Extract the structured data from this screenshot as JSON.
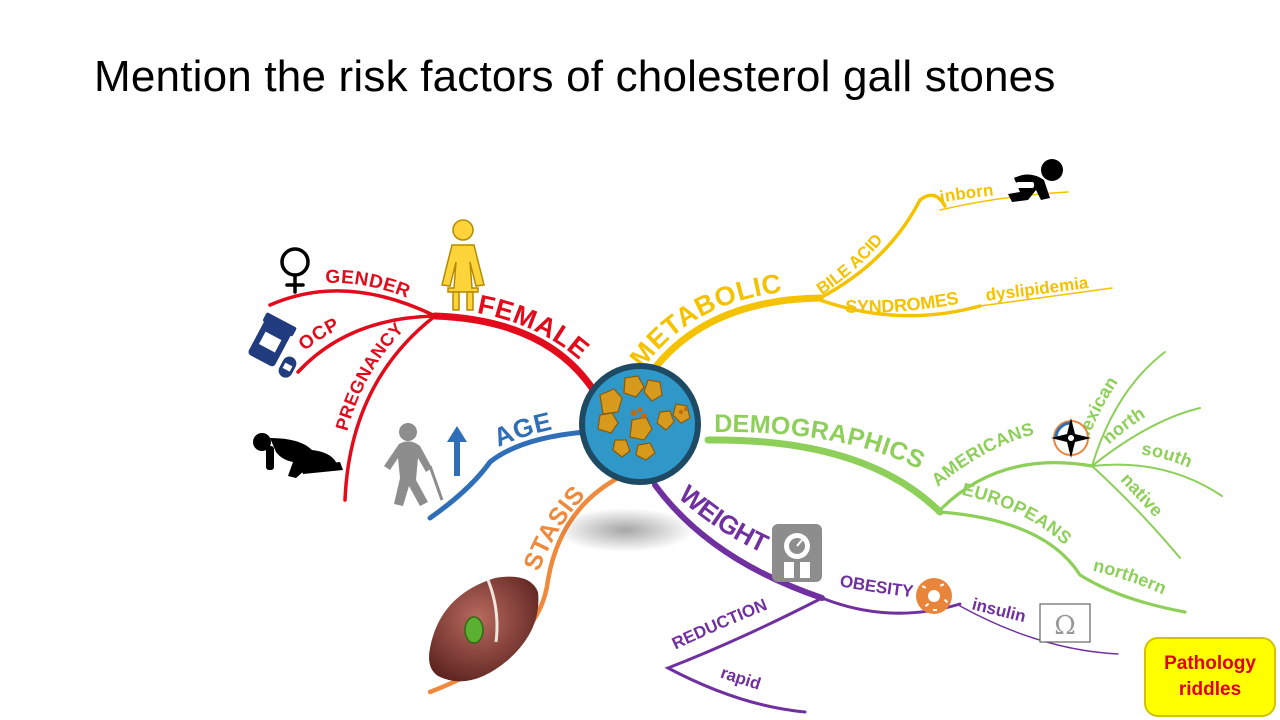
{
  "title": "Mention the risk factors of cholesterol gall stones",
  "colors": {
    "red": "#e20b1b",
    "yellow": "#f5c200",
    "green": "#8ecf5a",
    "blue": "#2e6fb7",
    "orange": "#ef8a3c",
    "purple": "#7030a0",
    "badge_bg": "#ffff00",
    "badge_text": "#e0001b"
  },
  "branches": {
    "female": {
      "label": "FEMALE",
      "subs": [
        "GENDER",
        "OCP",
        "PREGNANCY"
      ]
    },
    "age": {
      "label": "AGE"
    },
    "stasis": {
      "label": "STASIS"
    },
    "metabolic": {
      "label": "METABOLIC",
      "subs": [
        "BILE ACID",
        "SYNDROMES"
      ],
      "leaves": [
        "inborn",
        "dyslipidemia"
      ]
    },
    "demographics": {
      "label": "DEMOGRAPHICS",
      "subs": [
        "AMERICANS",
        "EUROPEANS"
      ],
      "americans": [
        "Mexican",
        "north",
        "south",
        "native"
      ],
      "europeans": [
        "northern"
      ]
    },
    "weight": {
      "label": "WEIGHT",
      "subs": [
        "OBESITY",
        "REDUCTION"
      ],
      "obesity": [
        "insulin"
      ],
      "reduction": [
        "rapid"
      ]
    }
  },
  "icons": {
    "venus": "venus-icon",
    "woman": "woman-icon",
    "pills": "pill-bottle-icon",
    "pregnant": "pregnant-woman-icon",
    "elderly": "elderly-person-icon",
    "baby": "crawling-baby-icon",
    "compass": "compass-icon",
    "scale": "weighing-scale-icon",
    "donut": "donut-icon",
    "ohm": "ohm-icon",
    "ohm_glyph": "Ω",
    "stones": "gallstones-icon",
    "liver": "liver-icon"
  },
  "badge": {
    "line1": "Pathology",
    "line2": "riddles"
  }
}
